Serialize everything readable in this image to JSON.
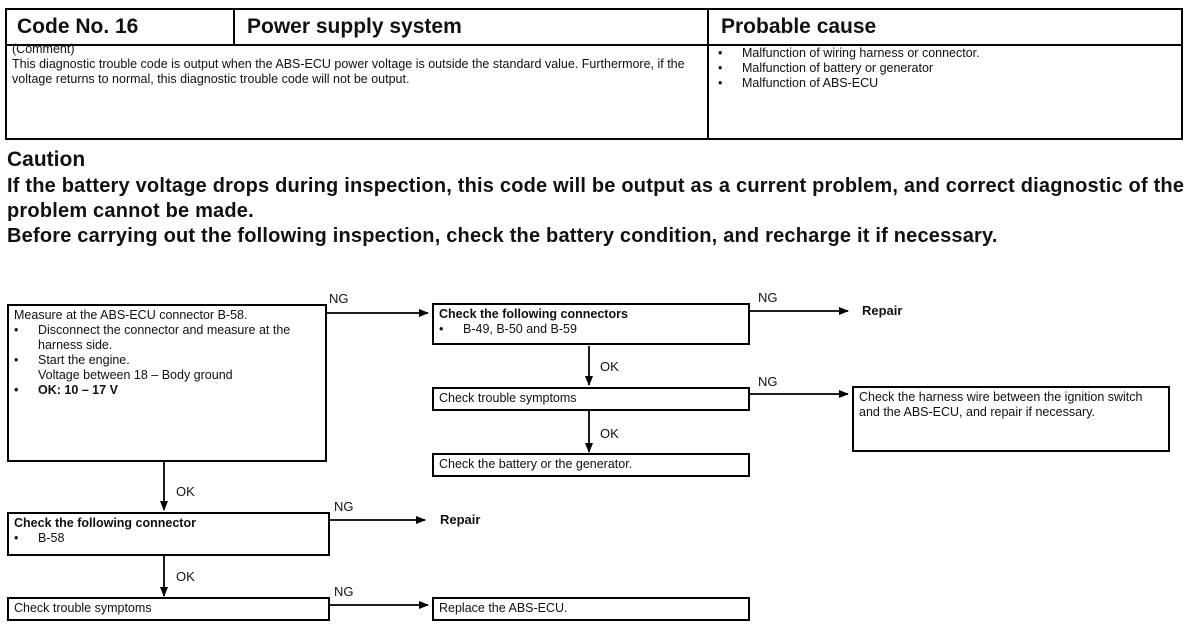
{
  "header": {
    "code": "Code No. 16",
    "system": "Power supply system",
    "cause_title": "Probable cause",
    "comment_label": "(Comment)",
    "comment": "This diagnostic trouble code is output when the ABS-ECU power voltage is outside the standard value. Furthermore, if the voltage returns to normal, this diagnostic trouble code will not be output.",
    "causes": [
      "Malfunction of wiring harness or connector.",
      "Malfunction of battery or generator",
      "Malfunction of ABS-ECU"
    ]
  },
  "caution": {
    "title": "Caution",
    "line1": "If the battery voltage drops during inspection, this code will be output as a current problem, and correct diagnostic of the problem cannot be made.",
    "line2": "Before carrying out the following inspection, check the battery condition, and recharge it if necessary."
  },
  "flow": {
    "box1": {
      "line1": "Measure at the ABS-ECU connector B-58.",
      "bullet1": "Disconnect the connector and measure at the harness side.",
      "bullet2": "Start the engine.",
      "bullet2b": "Voltage between 18 – Body ground",
      "bullet3": "OK: 10 – 17 V"
    },
    "box2": {
      "title": "Check the following connectors",
      "bullet": "B-49, B-50 and B-59"
    },
    "box3": "Check trouble symptoms",
    "box4": "Check the battery or the generator.",
    "box5": {
      "title": "Check the following connector",
      "bullet": "B-58"
    },
    "box6": "Check trouble symptoms",
    "box7": "Replace the ABS-ECU.",
    "box8": "Check the harness wire between the ignition switch and the ABS-ECU, and repair if necessary.",
    "ng": "NG",
    "ok": "OK",
    "repair": "Repair"
  }
}
